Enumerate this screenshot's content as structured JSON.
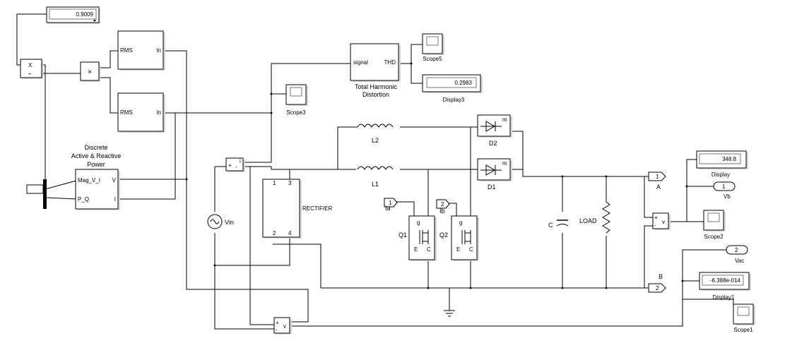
{
  "displays": {
    "top_left": "0.9009",
    "thd": "0.2983",
    "vb": "348.8",
    "display1": "-6.388e-014"
  },
  "labels": {
    "rms_top": "RMS",
    "in_top": "In",
    "rms_bottom": "RMS",
    "in_bottom": "In",
    "divide_top": "X",
    "divide_bottom": "÷",
    "product": "×",
    "thd_signal": "signal",
    "thd_out": "THD",
    "thd_title_1": "Total Harmonic",
    "thd_title_2": "Distortion",
    "scope5": "Scope5",
    "display3": "Display3",
    "scope3": "Scope3",
    "pq_title_1": "Discrete",
    "pq_title_2": "Active  & Reactive",
    "pq_title_3": "Power",
    "pq_in_1": "Mag_V_I",
    "pq_in_2": "P_Q",
    "pq_out_v": "V",
    "pq_out_i": "I",
    "sum_plus": "+",
    "sum_minus": "-",
    "sum_i": "i",
    "vin": "Vin",
    "rectifier": "RECTIFIER",
    "rect_p1": "1",
    "rect_p3": "3",
    "rect_p2": "2",
    "rect_p4": "4",
    "l1": "L1",
    "l2": "L2",
    "d1": "D1",
    "d2": "D2",
    "d_m": "m",
    "ia_num": "1",
    "ia": "Ia",
    "ib_num": "2",
    "ib": "Ib",
    "q1": "Q1",
    "q2": "Q2",
    "q_g": "g",
    "q_e": "E",
    "q_c": "C",
    "c": "C",
    "load": "LOAD",
    "port_a_num": "1",
    "port_a": "A",
    "port_b": "B",
    "port_b_num": "2",
    "display": "Display",
    "vb_num": "1",
    "vb": "Vb",
    "scope2": "Scope2",
    "vac_num": "2",
    "vac": "Vac",
    "display1": "Display1",
    "scope1": "Scope1",
    "v_meter": "v",
    "v_plus": "+",
    "v_minus": "-"
  }
}
